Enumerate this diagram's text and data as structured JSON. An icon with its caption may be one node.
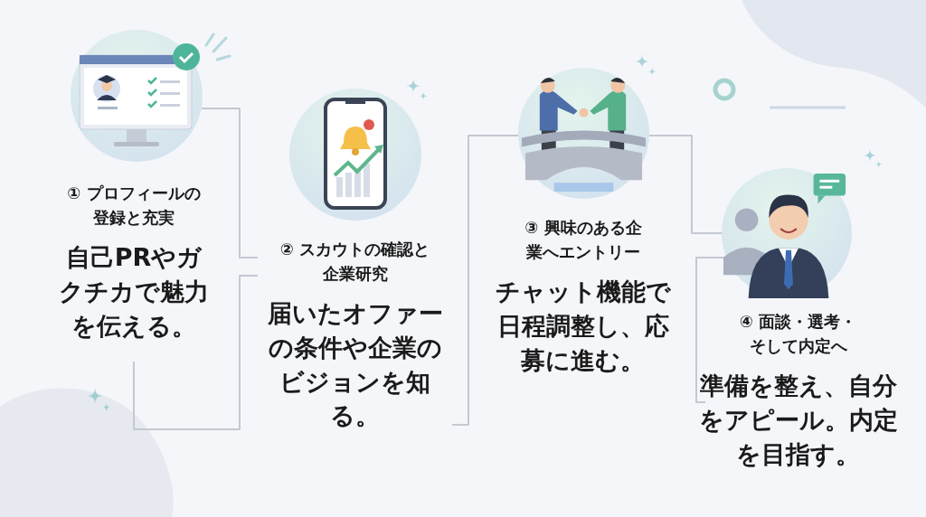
{
  "diagram": {
    "nodes": [
      {
        "text": [],
        "shape": "picture"
      },
      {
        "text": [
          "① プロフィールの登録と充実",
          "自己PRやガクチカで魅力を伝える。"
        ]
      },
      {
        "text": [],
        "shape": "picture"
      },
      {
        "text": [
          "② スカウトの確認と企業研究",
          "届いたオファーの条件や企業のビジョンを知る。"
        ]
      },
      {
        "text": [],
        "shape": "picture"
      },
      {
        "text": [
          "③ 興味のある企業へエントリー",
          "チャット機能で日程調整し、応募に進む。"
        ]
      },
      {
        "text": [],
        "shape": "picture"
      },
      {
        "text": [
          "④ 面談・選考・そして内定へ",
          "準備を整え、自分をアピール。内定を目指す。"
        ]
      }
    ],
    "edges": [
      {
        "from": 0,
        "to": 3,
        "arrow": "none"
      },
      {
        "from": 1,
        "to": 3,
        "arrow": "none"
      },
      {
        "from": 3,
        "to": 4,
        "arrow": "none"
      },
      {
        "from": 4,
        "to": 6,
        "arrow": "none"
      },
      {
        "from": 6,
        "to": 7,
        "arrow": "none"
      }
    ]
  }
}
